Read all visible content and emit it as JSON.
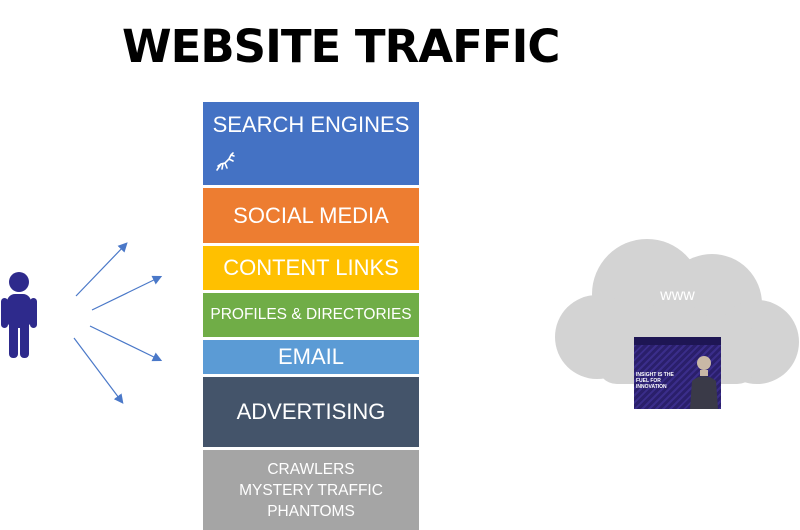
{
  "title": "WEBSITE TRAFFIC",
  "blocks": {
    "search_engines": "SEARCH ENGINES",
    "social_media": "SOCIAL MEDIA",
    "content_links": "CONTENT LINKS",
    "profiles_directories": "PROFILES & DIRECTORIES",
    "email": "EMAIL",
    "advertising": "ADVERTISING",
    "crawlers": [
      "CRAWLERS",
      "MYSTERY TRAFFIC",
      "PHANTOMS"
    ]
  },
  "cloud": {
    "label": "www",
    "thumbnail_headline": "INSIGHT IS THE FUEL FOR INNOVATION"
  },
  "colors": {
    "search_engines": "#4472c4",
    "social_media": "#ed7d31",
    "content_links": "#ffc000",
    "profiles_directories": "#70ad47",
    "email": "#5b9bd5",
    "advertising": "#44546a",
    "crawlers": "#a5a5a5",
    "person": "#2e2a8c",
    "arrows": "#4a78c8",
    "cloud": "#d3d3d3"
  },
  "icons": {
    "person": "person-icon",
    "search_mascot": "gazelle-icon",
    "cloud": "cloud-shape"
  }
}
